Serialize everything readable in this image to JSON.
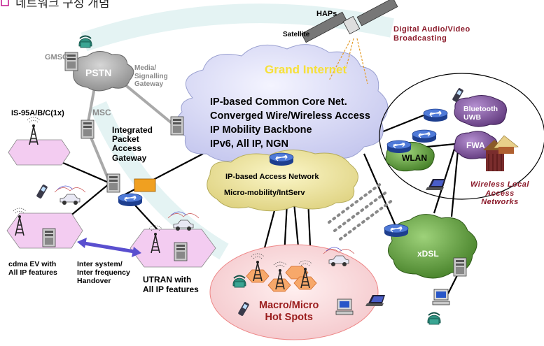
{
  "title_partial": "네트워크 구성 개념",
  "labels": {
    "haps": "HAPs",
    "satellite": "Satellite",
    "digital_broadcast": "Digital Audio/Video\nBroadcasting",
    "gmsc": "GMSC",
    "pstn": "PSTN",
    "media_sig": "Media/\nSignalling\nGateway",
    "msc": "MSC",
    "is95": "IS-95A/B/C(1x)",
    "ipag": "Integrated\nPacket\nAccess\nGateway",
    "grand_internet": "Grand Internet",
    "core_net": "IP-based Common Core Net.\nConverged Wire/Wireless Access\nIP Mobility Backbone\nIPv6, All IP, NGN",
    "access_net": "IP-based Access Network",
    "micro_mob": "Micro-mobility/IntServ",
    "bluetooth": "Bluetooth\nUWB",
    "fwa": "FWA",
    "wlan": "WLAN",
    "wireless_local": "Wireless Local\nAccess\nNetworks",
    "xdsl": "xDSL",
    "cdma_ev": "cdma EV with\nAll IP features",
    "inter_system": "Inter system/\nInter frequency\nHandover",
    "utran": "UTRAN with\nAll IP features",
    "hot_spots": "Macro/Micro\nHot Spots"
  },
  "colors": {
    "cloud_gray": "#a8a8a8",
    "cloud_lavender": "#dcdcf5",
    "cloud_yellow": "#efe7a0",
    "cloud_green": "#5f9e3c",
    "cloud_purple": "#7a4e96",
    "hot_spot_pink": "#f7d7d9",
    "hex_pink": "#f4c9f0",
    "label_red": "#8b1a2a",
    "router_blue": "#3d66c5"
  },
  "icons": [
    "router-icon",
    "antenna-tower-icon",
    "server-icon",
    "telephone-icon",
    "cell-phone-icon",
    "laptop-icon",
    "desktop-pc-icon",
    "satellite-icon",
    "car-icon",
    "hut-icon"
  ]
}
